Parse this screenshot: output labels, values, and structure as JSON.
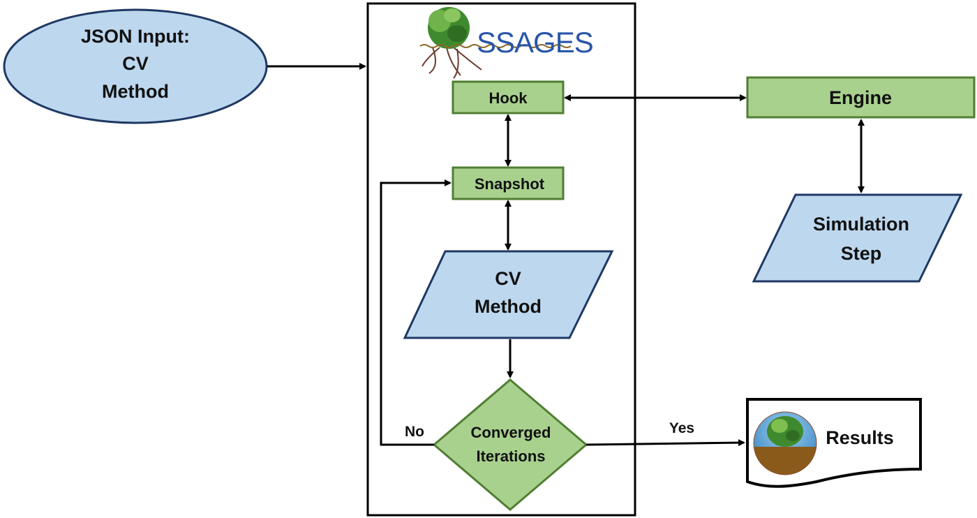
{
  "diagram": {
    "input": {
      "lines": [
        "JSON Input:",
        "CV",
        "Method"
      ]
    },
    "logo": {
      "text": "SSAGES",
      "color": "#2956a8"
    },
    "hook": {
      "label": "Hook"
    },
    "snapshot": {
      "label": "Snapshot"
    },
    "cv_method": {
      "lines": [
        "CV",
        "Method"
      ]
    },
    "decision": {
      "lines": [
        "Converged",
        "Iterations"
      ]
    },
    "no_label": "No",
    "yes_label": "Yes",
    "engine": {
      "label": "Engine"
    },
    "simulation": {
      "lines": [
        "Simulation",
        "Step"
      ]
    },
    "results": {
      "label": "Results"
    },
    "colors": {
      "process_fill": "#a9d18e",
      "process_stroke": "#507e32",
      "io_fill": "#bdd7ee",
      "io_stroke": "#1f3864"
    }
  }
}
